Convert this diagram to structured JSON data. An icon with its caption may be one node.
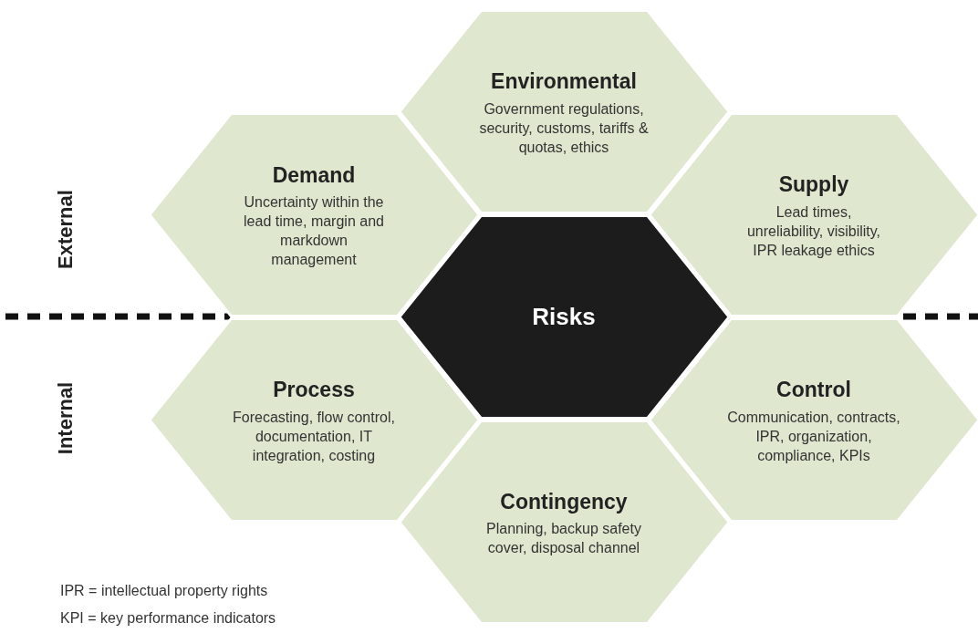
{
  "diagram": {
    "nodes": [
      {
        "text": [
          "Environmental",
          "Government regulations, security, customs, tariffs & quotas, ethics"
        ]
      },
      {
        "text": [
          "Demand",
          "Uncertainty within the lead time, margin and markdown management"
        ]
      },
      {
        "text": [
          "Supply",
          "Lead times, unreliability, visibility, IPR leakage ethics"
        ]
      },
      {
        "text": [
          "Risks"
        ]
      },
      {
        "text": [
          "Process",
          "Forecasting, flow control, documentation, IT integration, costing"
        ]
      },
      {
        "text": [
          "Control",
          "Communication, contracts, IPR, organization, compliance, KPIs"
        ]
      },
      {
        "text": [
          "Contingency",
          "Planning, backup safety cover, disposal channel"
        ]
      }
    ],
    "labels": [
      "External",
      "Internal",
      "IPR = intellectual property rights",
      "KPI = key performance indicators"
    ]
  }
}
